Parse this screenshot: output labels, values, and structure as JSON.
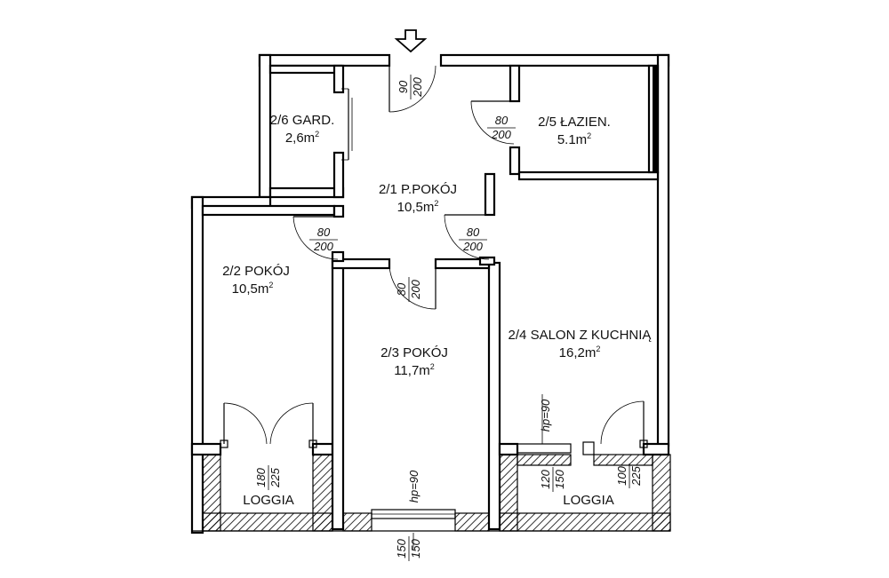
{
  "rooms": [
    {
      "id": "gard",
      "name": "2/6 GARD.",
      "area": "2,6m",
      "sup": "2"
    },
    {
      "id": "ppokoj",
      "name": "2/1 P.POKÓJ",
      "area": "10,5m",
      "sup": "2"
    },
    {
      "id": "lazien",
      "name": "2/5 ŁAZIEN.",
      "area": "5.1m",
      "sup": "2"
    },
    {
      "id": "pokoj2",
      "name": "2/2 POKÓJ",
      "area": "10,5m",
      "sup": "2"
    },
    {
      "id": "pokoj3",
      "name": "2/3 POKÓJ",
      "area": "11,7m",
      "sup": "2"
    },
    {
      "id": "salon",
      "name": "2/4 SALON Z KUCHNIĄ",
      "area": "16,2m",
      "sup": "2"
    },
    {
      "id": "loggia1",
      "name": "LOGGIA"
    },
    {
      "id": "loggia2",
      "name": "LOGGIA"
    }
  ],
  "doors": {
    "entrance": {
      "w": "90",
      "h": "200"
    },
    "lazien": {
      "w": "80",
      "h": "200"
    },
    "pokoj2": {
      "w": "80",
      "h": "200"
    },
    "salon": {
      "w": "80",
      "h": "200"
    },
    "pokoj3": {
      "w": "80",
      "h": "200"
    },
    "loggia1": {
      "w": "180",
      "h": "225"
    },
    "loggia2_win": {
      "w": "120",
      "h": "150"
    },
    "loggia2_door": {
      "w": "100",
      "h": "225"
    },
    "salon_window": {
      "label": "hp=90"
    },
    "pokoj3_window": {
      "label": "hp=90",
      "w": "150",
      "h": "150"
    }
  },
  "icons": {
    "entrance_arrow": "entrance-arrow-icon"
  }
}
